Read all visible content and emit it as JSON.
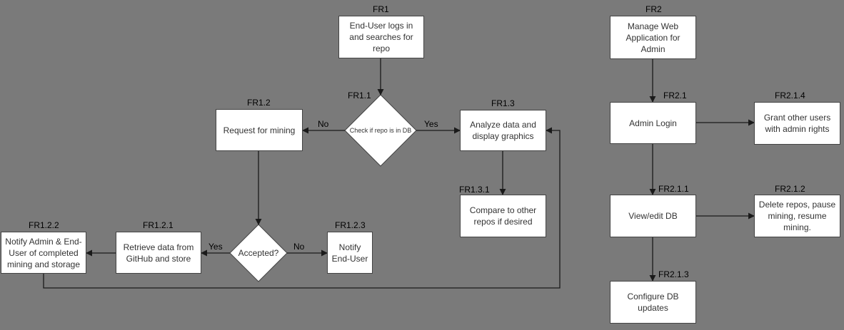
{
  "nodes": {
    "fr1": {
      "id": "FR1",
      "text": "End-User logs in and searches for repo"
    },
    "fr1_1": {
      "id": "FR1.1",
      "text": "Check if repo is in DB"
    },
    "fr1_2": {
      "id": "FR1.2",
      "text": "Request for mining"
    },
    "fr1_3": {
      "id": "FR1.3",
      "text": "Analyze data and display graphics"
    },
    "fr1_3_1": {
      "id": "FR1.3.1",
      "text": "Compare to other repos if desired"
    },
    "accepted": {
      "text": "Accepted?"
    },
    "fr1_2_1": {
      "id": "FR1.2.1",
      "text": "Retrieve data from GitHub and store"
    },
    "fr1_2_2": {
      "id": "FR1.2.2",
      "text": "Notify Admin & End-User of completed mining and storage"
    },
    "fr1_2_3": {
      "id": "FR1.2.3",
      "text": "Notify End-User"
    },
    "fr2": {
      "id": "FR2",
      "text": "Manage Web Application for Admin"
    },
    "fr2_1": {
      "id": "FR2.1",
      "text": "Admin Login"
    },
    "fr2_1_4": {
      "id": "FR2.1.4",
      "text": "Grant other users with admin rights"
    },
    "fr2_1_1": {
      "id": "FR2.1.1",
      "text": "View/edit DB"
    },
    "fr2_1_2": {
      "id": "FR2.1.2",
      "text": "Delete repos, pause mining, resume mining."
    },
    "fr2_1_3": {
      "id": "FR2.1.3",
      "text": "Configure DB updates"
    }
  },
  "edge_labels": {
    "no_1": "No",
    "yes_1": "Yes",
    "yes_2": "Yes",
    "no_2": "No"
  },
  "colors": {
    "background": "#7a7a7a",
    "box_fill": "#ffffff",
    "box_border": "#444444",
    "line": "#1a1a1a"
  }
}
